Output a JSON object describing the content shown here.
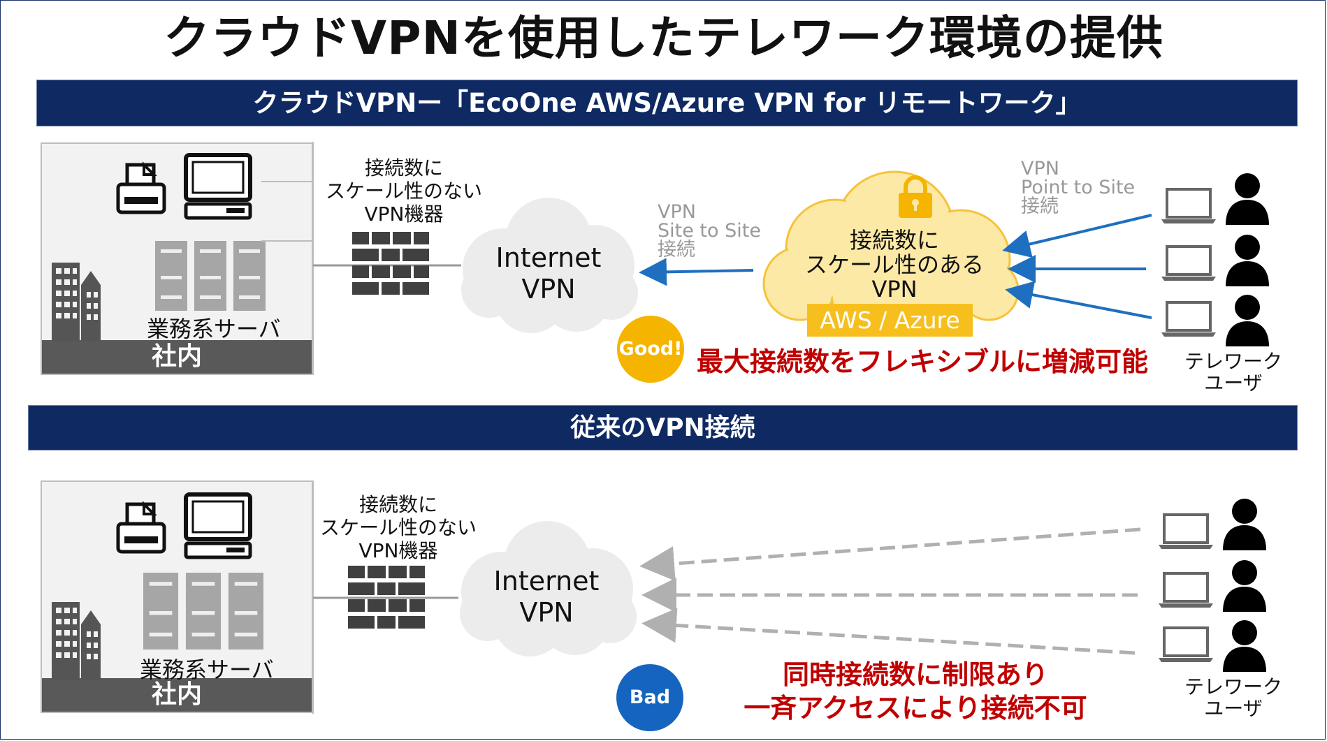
{
  "title": "クラウドVPNを使用したテレワーク環境の提供",
  "sections": {
    "cloud": {
      "band_title": "クラウドVPNー「EcoOne AWS/Azure VPN for リモートワーク」",
      "office_label": "社内",
      "server_label": "業務系サーバ",
      "device_label": [
        "接続数に",
        "スケール性のない",
        "VPN機器"
      ],
      "internet_label": [
        "Internet",
        "VPN"
      ],
      "site_to_site_label": [
        "VPN",
        "Site to Site",
        "接続"
      ],
      "point_to_site_label": [
        "VPN",
        "Point to Site",
        "接続"
      ],
      "cloud_label": [
        "接続数に",
        "スケール性のある",
        "VPN"
      ],
      "cloud_tag": "AWS / Azure",
      "badge": "Good!",
      "message": "最大接続数をフレキシブルに増減可能",
      "user_label": [
        "テレワーク",
        "ユーザ"
      ]
    },
    "traditional": {
      "band_title": "従来のVPN接続",
      "office_label": "社内",
      "server_label": "業務系サーバ",
      "device_label": [
        "接続数に",
        "スケール性のない",
        "VPN機器"
      ],
      "internet_label": [
        "Internet",
        "VPN"
      ],
      "badge": "Bad",
      "message": [
        "同時接続数に制限あり",
        "一斉アクセスにより接続不可"
      ],
      "user_label": [
        "テレワーク",
        "ユーザ"
      ]
    }
  },
  "colors": {
    "band": "#0f2a63",
    "arrow_blue": "#1e6fc0",
    "dashed_gray": "#b0b0b0",
    "good": "#f5b400",
    "bad": "#1565c0",
    "warning_red": "#c00000",
    "cloud_yellow": "#fde9a6"
  },
  "icons": [
    "printer-icon",
    "monitor-icon",
    "server-rack-icon",
    "building-icon",
    "firewall-icon",
    "lock-icon",
    "laptop-icon",
    "person-icon"
  ]
}
